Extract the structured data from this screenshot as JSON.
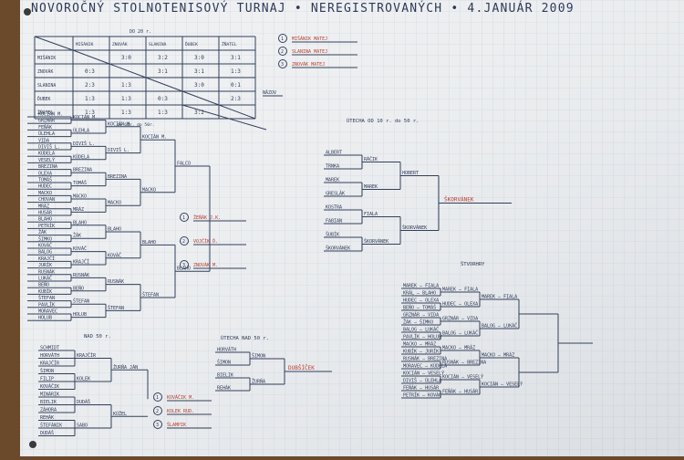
{
  "title": "NOVOROČNÝ STOLNOTENISOVÝ TURNAJ • NEREGISTROVANÝCH • 4.JANUÁR 2009",
  "round_robin": {
    "caption": "DO 20 r.",
    "columns": [
      "MIŠÁNIK",
      "ZNOVÁK",
      "SLANINA",
      "ĎUBEK",
      "ŽŇATEL"
    ],
    "rows": [
      {
        "name": "MIŠÁNIK",
        "scores": [
          "",
          "3:0",
          "3:2",
          "3:0",
          "3:1"
        ]
      },
      {
        "name": "ZNOVÁK",
        "scores": [
          "0:3",
          "",
          "3:1",
          "3:1",
          "1:3"
        ]
      },
      {
        "name": "SLANINA",
        "scores": [
          "2:3",
          "1:3",
          "",
          "3:0",
          "0:1"
        ]
      },
      {
        "name": "ĎUBEK",
        "scores": [
          "1:3",
          "1:3",
          "0:3",
          "",
          "2:3"
        ]
      },
      {
        "name": "ŽŇATEL",
        "scores": [
          "1:3",
          "1:3",
          "1:3",
          "3:2",
          ""
        ]
      }
    ],
    "note": "do 60r. do 50r."
  },
  "rr_standings": {
    "items": [
      "1. MIŠÁNIK MATEJ",
      "2. SLANINA MATEJ",
      "3. ZNOVÁK MATEJ"
    ]
  },
  "small_note": "NÁZOV",
  "main_bracket": {
    "r1": [
      "KOCIÁN M.",
      "GRZNÁR",
      "FEŇÁK",
      "ÚLEHLA",
      "VIDA",
      "DIVIŠ L.",
      "KÚDELA",
      "VESELÝ",
      "BREZINA",
      "OLEXA",
      "TOMÁŠ",
      "HUDEC",
      "MACKO",
      "CHOVAN",
      "MRÁZ",
      "HUSÁR",
      "BLAHO",
      "PETRÍK",
      "ŽÁK",
      "ŠIMKO",
      "KOVÁČ",
      "BALOG",
      "KRAJČÍ",
      "JURÍK",
      "RUSNÁK",
      "LUKÁČ",
      "BEŇO",
      "KUBÍK",
      "ŠTEFAN",
      "PAVLÍK",
      "MORAVEC",
      "HOLUB"
    ],
    "r2": [
      "KOCIÁN M.",
      "ÚLEHLA",
      "DIVIŠ L.",
      "KÚDELA",
      "BREZINA",
      "TOMÁŠ",
      "MACKO",
      "MRÁZ",
      "BLAHO",
      "ŽÁK",
      "KOVÁČ",
      "KRAJČÍ",
      "RUSNÁK",
      "BEŇO",
      "ŠTEFAN",
      "HOLUB"
    ],
    "r3": [
      "KOCIÁN M.",
      "DIVIŠ L.",
      "BREZINA",
      "MACKO",
      "BLAHO",
      "KOVÁČ",
      "RUSNÁK",
      "ŠTEFAN"
    ],
    "r4": [
      "KOCIÁN M.",
      "MACKO",
      "BLAHO",
      "ŠTEFAN"
    ],
    "r5": [
      "FALCO",
      "BLAHO"
    ],
    "results": [
      "1. ŽEŇÁK J.K.",
      "2. VOJČÍK Ď.",
      "3. ZNOVÁK M."
    ]
  },
  "consolation": {
    "title": "ÚTECHA OD 10 r. do 50 r.",
    "r1": [
      "ALBERT",
      "TRNKA",
      "MAREK",
      "GRESLÁK",
      "KOSTRA",
      "FABIAN",
      "ŠUBÍK",
      "ŠKORVÁNEK"
    ],
    "r2": [
      "RÁČIK",
      "MAREK",
      "FIALA",
      "ŠKORVÁNEK"
    ],
    "r3": [
      "HOBERT",
      "ŠKORVÁNEK"
    ],
    "winner": "ŠKORVÁNEK"
  },
  "doubles": {
    "title": "ŠTVORHRY",
    "r1": [
      "MAREK – FIALA",
      "KRÁL – BLAHO",
      "HUDEC – OLEXA",
      "BEŇO – TOMÁŠ",
      "GRZNÁR – VIDA",
      "ŽÁK – ŠIMKO",
      "BALOG – LUKÁČ",
      "PAVLÍK – HOLUB",
      "MACKO – MRÁZ",
      "KUBÍK – JURÍK",
      "RUSNÁK – BREZINA",
      "MORAVEC – KÚDELA",
      "KOCIÁN – VESELÝ",
      "DIVIŠ – ÚLEHLA",
      "FEŇÁK – HUSÁR",
      "PETRÍK – KOVÁČ"
    ],
    "r2": [
      "MAREK – FIALA",
      "HUDEC – OLEXA",
      "GRZNÁR – VIDA",
      "BALOG – LUKÁČ",
      "MACKO – MRÁZ",
      "RUSNÁK – BREZINA",
      "KOCIÁN – VESELÝ",
      "FEŇÁK – HUSÁR"
    ],
    "r3": [
      "MAREK – FIALA",
      "BALOG – LUKÁČ",
      "MACKO – MRÁZ",
      "KOCIÁN – VESELÝ"
    ]
  },
  "over50": {
    "title": "NAD 50 r.",
    "r1": [
      "SCHMIDT",
      "HORVÁTH",
      "KRAJČÍR",
      "ŠIMON",
      "FILIP",
      "KOVÁČIK",
      "MINÁRIK",
      "BIELIK",
      "ZÁHORA",
      "REHÁK",
      "ŠTEFÁNIK",
      "DUDÁŠ"
    ],
    "r2": [
      "KRAJČÍR",
      "KOLEK",
      "DUDÁŠ",
      "SABO"
    ],
    "r3": [
      "ŽURŇA JÁN",
      "KÚŽEL"
    ],
    "results": [
      "1. KOVÁČIK M.",
      "2. KOLEK RUD.",
      "3. ŠLAMPIK"
    ]
  },
  "third_place": {
    "title": "ÚTECHA NAD 50 r.",
    "r1": [
      "HORVÁTH",
      "ŠIMON",
      "BIELIK",
      "REHÁK"
    ],
    "r2": [
      "ŠIMON",
      "ŽURŇA"
    ],
    "winner": "DUBŠÍČEK"
  }
}
